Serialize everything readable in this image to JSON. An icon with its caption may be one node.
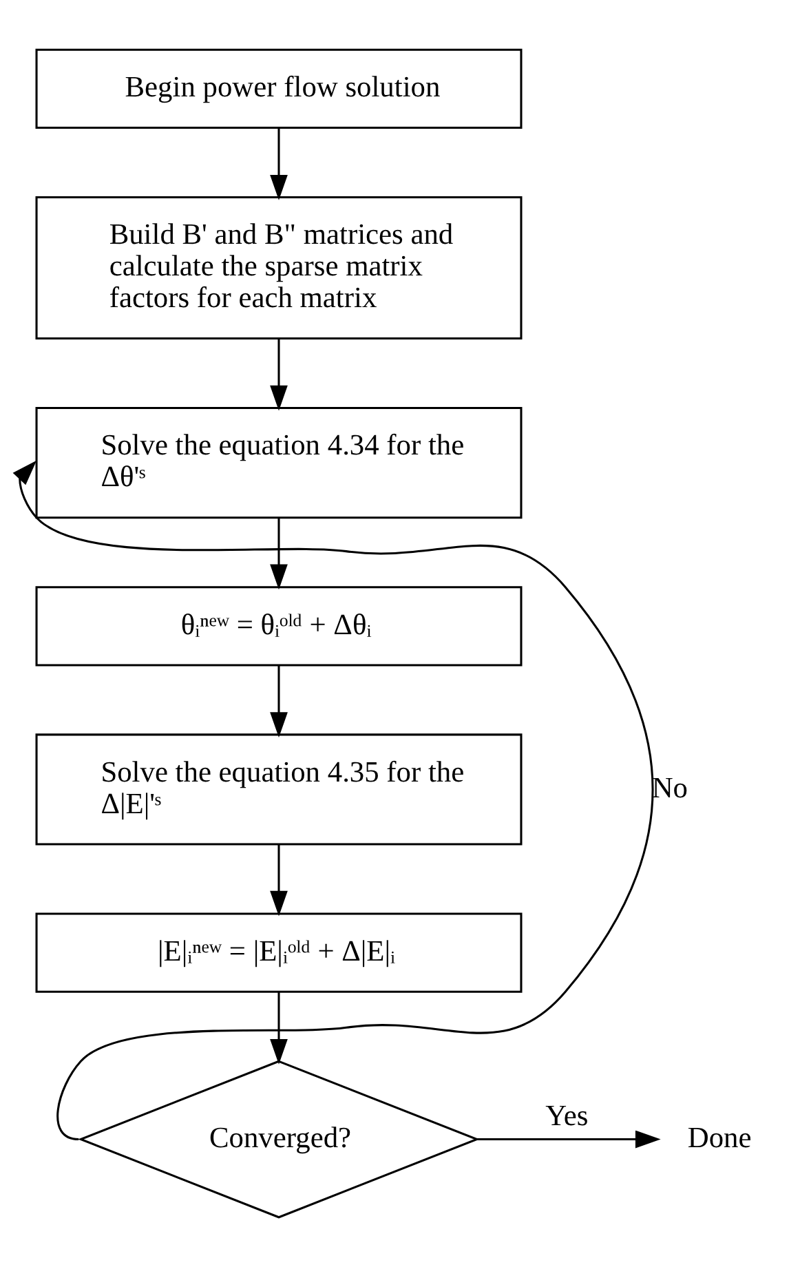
{
  "diagram": {
    "nodes": [
      {
        "text": [
          "Begin power flow solution"
        ]
      },
      {
        "text": [
          "Build B' and B\" matrices and calculate the sparse matrix factors for each matrix"
        ]
      },
      {
        "text": [
          "Solve the equation 4.34 for the Δθ'ˢ"
        ]
      },
      {
        "text": [
          "θᵢⁿᵉʷ = θᵢᵒˡᵈ + Δθᵢ"
        ]
      },
      {
        "text": [
          "Solve the equation 4.35 for the Δ|E|'ˢ"
        ]
      },
      {
        "text": [
          "|E|ᵢⁿᵉʷ = |E|ᵢᵒˡᵈ + Δ|E|ᵢ"
        ]
      },
      {
        "text": [
          "Converged?"
        ]
      },
      {
        "text": [
          "Done"
        ]
      }
    ],
    "edges": [
      {
        "from": 0,
        "to": 1,
        "arrow": "to"
      },
      {
        "from": 1,
        "to": 2,
        "arrow": "to"
      },
      {
        "from": 2,
        "to": 3,
        "arrow": "to"
      },
      {
        "from": 3,
        "to": 4,
        "arrow": "to"
      },
      {
        "from": 4,
        "to": 5,
        "arrow": "to"
      },
      {
        "from": 5,
        "to": 6,
        "arrow": "to"
      },
      {
        "from": 6,
        "to": 7,
        "arrow": "to",
        "label": "Yes"
      },
      {
        "from": 6,
        "to": 2,
        "arrow": "to",
        "label": "No"
      }
    ]
  }
}
